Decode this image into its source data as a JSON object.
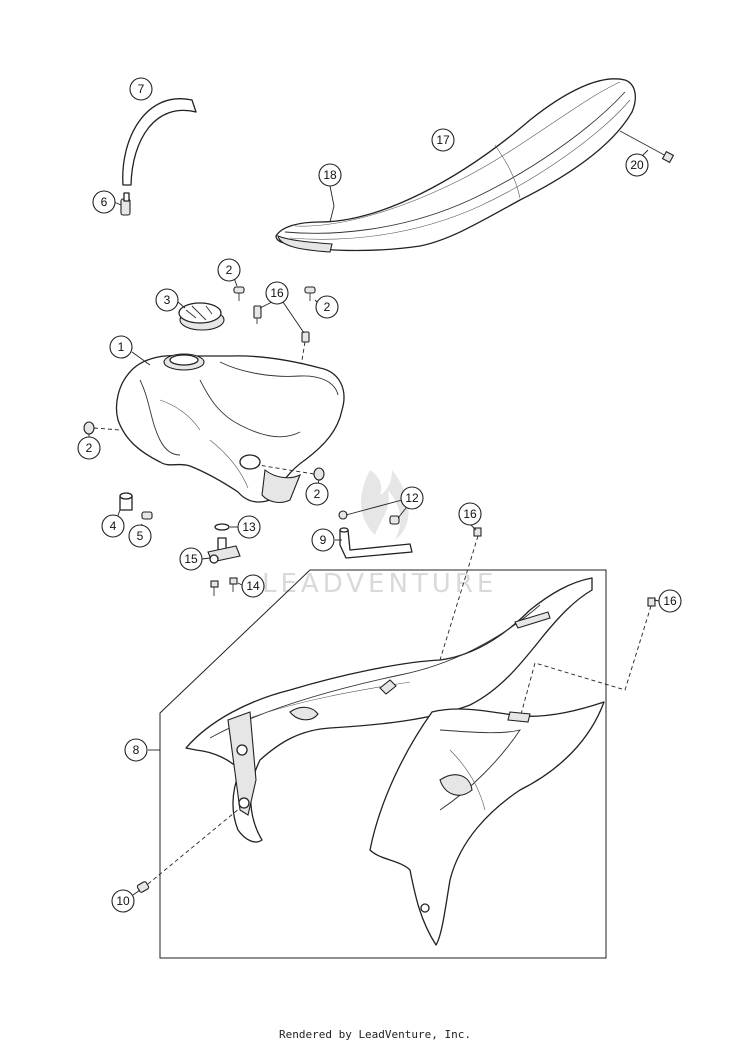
{
  "callouts": [
    {
      "id": "c7",
      "label": "7"
    },
    {
      "id": "c6",
      "label": "6"
    },
    {
      "id": "c17",
      "label": "17"
    },
    {
      "id": "c18",
      "label": "18"
    },
    {
      "id": "c20",
      "label": "20"
    },
    {
      "id": "c2a",
      "label": "2"
    },
    {
      "id": "c3",
      "label": "3"
    },
    {
      "id": "c16a",
      "label": "16"
    },
    {
      "id": "c2b",
      "label": "2"
    },
    {
      "id": "c1",
      "label": "1"
    },
    {
      "id": "c2c",
      "label": "2"
    },
    {
      "id": "c2d",
      "label": "2"
    },
    {
      "id": "c12",
      "label": "12"
    },
    {
      "id": "c4",
      "label": "4"
    },
    {
      "id": "c5",
      "label": "5"
    },
    {
      "id": "c13",
      "label": "13"
    },
    {
      "id": "c9",
      "label": "9"
    },
    {
      "id": "c16b",
      "label": "16"
    },
    {
      "id": "c15",
      "label": "15"
    },
    {
      "id": "c14",
      "label": "14"
    },
    {
      "id": "c16c",
      "label": "16"
    },
    {
      "id": "c8",
      "label": "8"
    },
    {
      "id": "c10",
      "label": "10"
    }
  ],
  "watermark": {
    "text": "LEADVENTURE"
  },
  "footer": {
    "text": "Rendered by LeadVenture, Inc."
  }
}
